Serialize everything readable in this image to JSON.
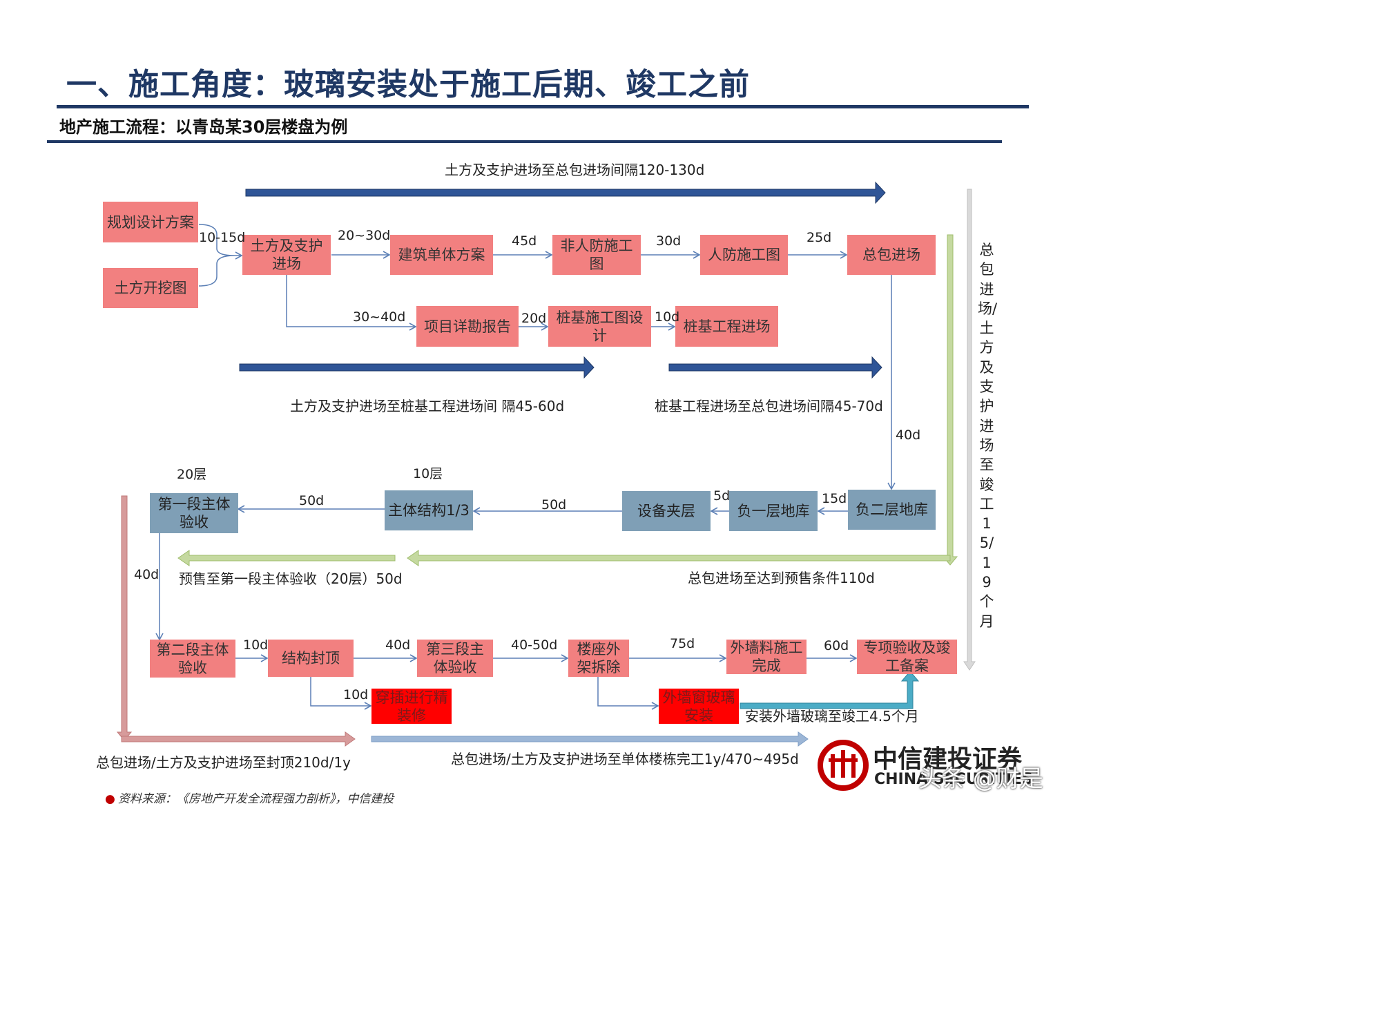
{
  "header": {
    "title": "一、施工角度：玻璃安装处于施工后期、竣工之前",
    "subtitle": "地产施工流程：以青岛某30层楼盘为例"
  },
  "nodes": {
    "plan_design": "规划设计方案",
    "excavation_drawing": "土方开挖图",
    "earthwork_entry": "土方及支护进场",
    "building_scheme": "建筑单体方案",
    "non_civil_defense": "非人防施工图",
    "civil_defense": "人防施工图",
    "general_contractor_entry": "总包进场",
    "survey_report": "项目详勘报告",
    "pile_design": "桩基施工图设计",
    "pile_entry": "桩基工程进场",
    "basement_2": "负二层地库",
    "basement_1": "负一层地库",
    "equipment_floor": "设备夹层",
    "main_structure_1_3": "主体结构1/3",
    "first_section_acceptance": "第一段主体验收",
    "second_section_acceptance": "第二段主体验收",
    "structure_topping": "结构封顶",
    "third_section_acceptance": "第三段主体验收",
    "scaffold_removal": "楼座外架拆除",
    "facade_material": "外墙料施工完成",
    "final_acceptance": "专项验收及竣工备案",
    "fine_decoration": "穿插进行精装修",
    "window_glass": "外墙窗玻璃安装"
  },
  "durations": {
    "d_10_15": "10-15d",
    "d_20_30": "20~30d",
    "d_45": "45d",
    "d_30": "30d",
    "d_25": "25d",
    "d_30_40": "30~40d",
    "d_20": "20d",
    "d_10a": "10d",
    "d_40a": "40d",
    "d_15": "15d",
    "d_5": "5d",
    "d_50a": "50d",
    "d_50b": "50d",
    "d_40b": "40d",
    "d_10b": "10d",
    "d_40c": "40d",
    "d_40_50": "40-50d",
    "d_75": "75d",
    "d_60": "60d",
    "d_10c": "10d"
  },
  "floor_labels": {
    "f20": "20层",
    "f10": "10层"
  },
  "spans": {
    "top": "土方及支护进场至总包进场间隔120-130d",
    "earth_to_pile": "土方及支护进场至桩基工程进场间 隔45-60d",
    "pile_to_gc": "桩基工程进场至总包进场间隔45-70d",
    "presale": "预售至第一段主体验收（20层）50d",
    "gc_presale": "总包进场至达到预售条件110d",
    "glass_to_completion": "安装外墙玻璃至竣工4.5个月",
    "topping": "总包进场/土方及支护进场至封顶210d/1y",
    "completion": "总包进场/土方及支护进场至单体楼栋完工1y/470~495d",
    "vertical": "总包进场/土方及支护进场至竣工15/19个月"
  },
  "footer": {
    "source": "资料来源：《房地产开发全流程强力剖析》，中信建投",
    "logo_cn": "中信建投证券",
    "logo_en": "CHINA SECURITIES",
    "watermark": "头条 @财是"
  },
  "colors": {
    "title": "#1f3864",
    "pink_box": "#f28080",
    "blue_box": "#7f9fb6",
    "red_box": "#ff0000",
    "span_arrow_dark": "#2f5597",
    "span_arrow_green": "#c5d9a0",
    "span_arrow_rose": "#d79b9b",
    "span_arrow_light": "#9cb6d6",
    "span_arrow_cyan": "#4bacc6",
    "flow_line": "#5b7fb5",
    "logo": "#c00000"
  }
}
